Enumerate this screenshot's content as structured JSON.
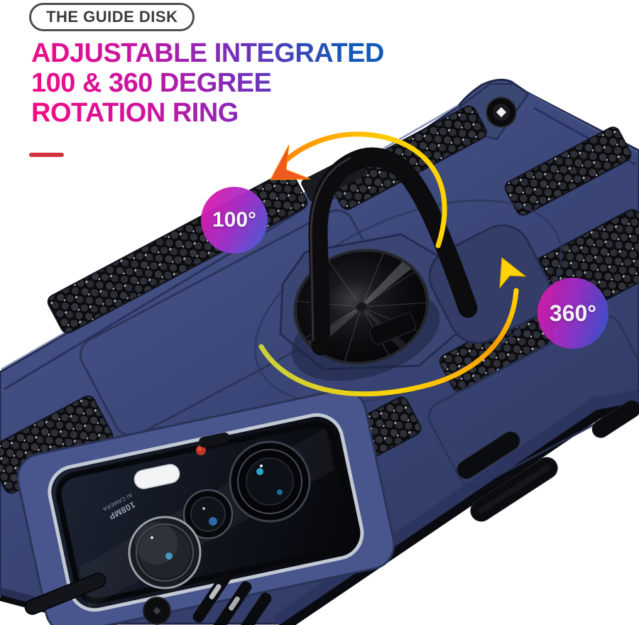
{
  "page": {
    "background": "#ffffff"
  },
  "badge": {
    "label": "THE GUIDE DISK"
  },
  "headline": {
    "lines": [
      "ADJUSTABLE INTEGRATED",
      "100 & 360 DEGREE",
      "ROTATION RING"
    ],
    "gradient": [
      "#f00d87",
      "#8a2bbd",
      "#1458b8"
    ]
  },
  "accent": {
    "dash_color": "#d3323e"
  },
  "callouts": [
    {
      "id": "rotation-100",
      "label": "100°",
      "gradient": [
        "#e517a6",
        "#a433cf",
        "#3e63d9"
      ]
    },
    {
      "id": "rotation-360",
      "label": "360°",
      "gradient": [
        "#e216a8",
        "#9d2fc9",
        "#2f55cf"
      ]
    }
  ],
  "icons": {
    "counterclockwise_arrow": "curved-arrow-ccw",
    "clockwise_arrow": "curved-arrow-cw"
  },
  "product": {
    "name": "armor phone case with rotating ring kickstand",
    "case_color": "#3d4a78",
    "honeycomb_color": "#17191f",
    "ring_color": "#0c0c0e",
    "disk_color": "#0a0a0c",
    "camera_rim_color": "#c3c9d4",
    "flash_color": "#f2f4f6",
    "red_dot_color": "#c23429",
    "arrow_yellow": "#ffd400",
    "arrow_orange": "#ff7300",
    "camera_label_line1": "108MP",
    "camera_label_line2": "AI CAMERA"
  }
}
